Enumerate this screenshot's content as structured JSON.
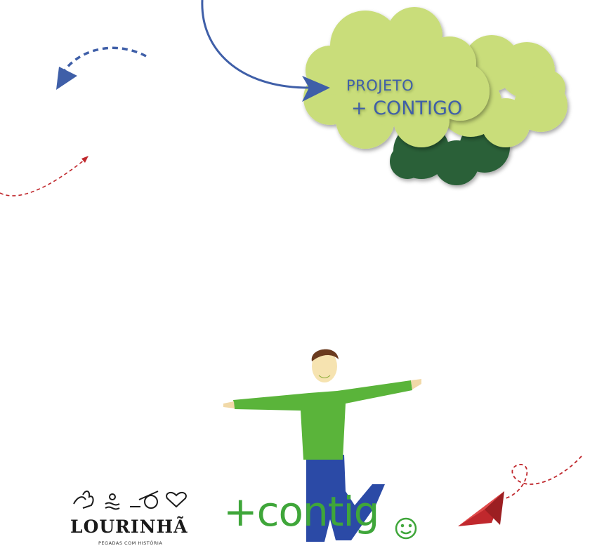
{
  "cloud": {
    "line1": "PROJETO",
    "line2": "+ CONTIGO"
  },
  "logo": {
    "name": "LOURINHÃ",
    "tagline": "PEGADAS COM HISTÓRIA",
    "icons": [
      "dinosaur-hand-icon",
      "sun-waves-icon",
      "cannon-icon",
      "heart-icon"
    ]
  },
  "handwritten": "+contig",
  "colors": {
    "light_green": "#c9dd7a",
    "dark_green": "#2a6139",
    "blue": "#3f5fa8",
    "red": "#c0282d",
    "shirt": "#5ab43a",
    "pants": "#2b4aa6"
  }
}
